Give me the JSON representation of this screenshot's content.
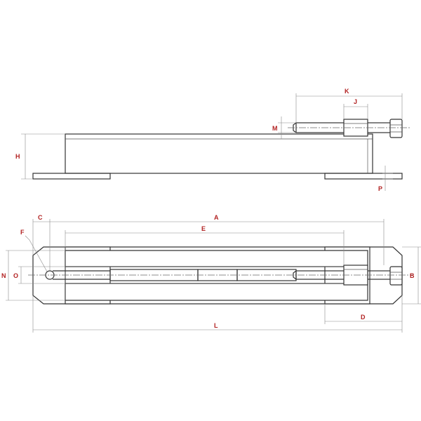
{
  "drawing": {
    "colors": {
      "label": "#b22222",
      "line": "#333333",
      "dimension": "#8a8a8a"
    },
    "labels": {
      "H": "H",
      "M": "M",
      "K": "K",
      "J": "J",
      "P": "P",
      "A": "A",
      "C": "C",
      "E": "E",
      "F": "F",
      "N": "N",
      "O": "O",
      "B": "B",
      "D": "D",
      "L": "L"
    }
  }
}
